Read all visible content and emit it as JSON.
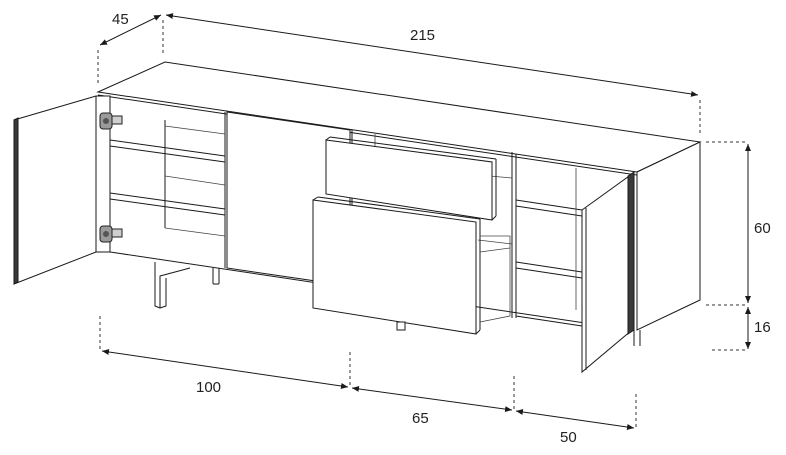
{
  "diagram": {
    "dimensions": {
      "depth": "45",
      "width": "215",
      "height_body": "60",
      "height_legs": "16",
      "section_left": "100",
      "section_middle": "65",
      "section_right": "50"
    },
    "colors": {
      "line": "#1a1a1a",
      "door_edge": "#3a3a3a",
      "background": "#ffffff"
    }
  }
}
